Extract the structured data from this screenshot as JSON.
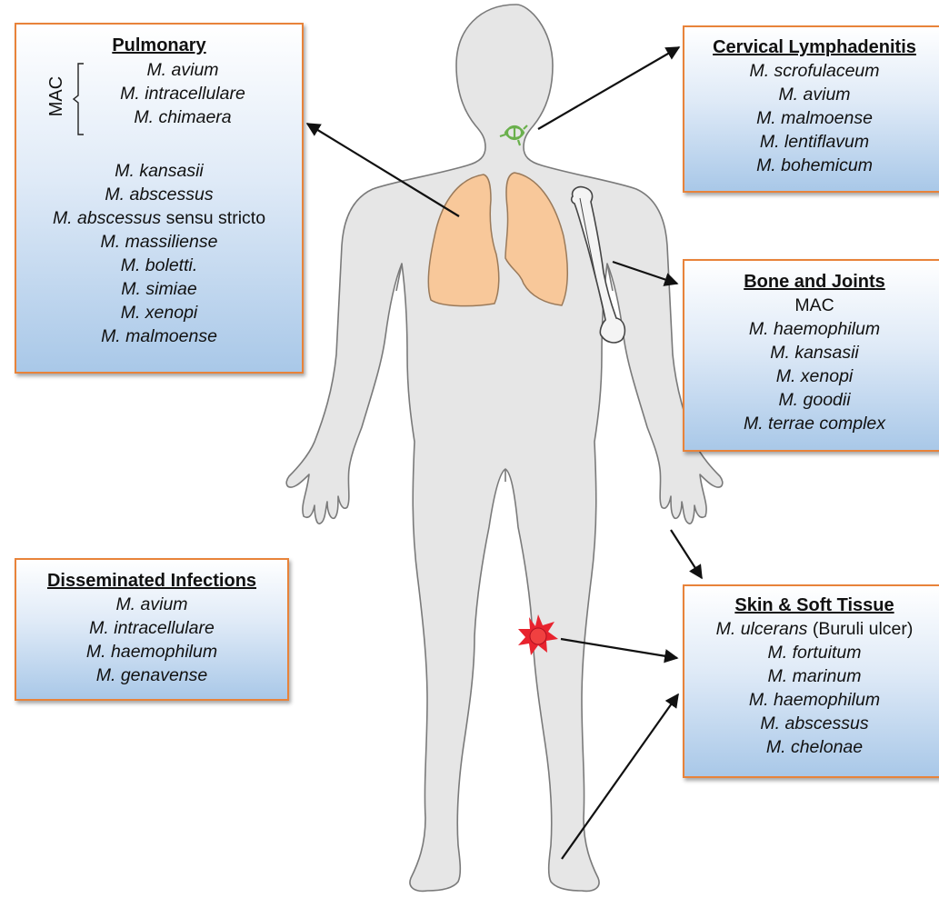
{
  "colors": {
    "box_border": "#e8833a",
    "body_fill": "#e6e6e6",
    "lung_fill": "#f8c89a",
    "node_color": "#6ab04c",
    "lesion_color": "#e8232e",
    "arrow": "#111111"
  },
  "pulmonary": {
    "title": "Pulmonary",
    "mac_label": "MAC",
    "mac_species": [
      "M. avium",
      "M. intracellulare",
      "M. chimaera"
    ],
    "species": [
      "M. kansasii",
      "M. abscessus"
    ],
    "sensu_stricto_italic": "M. abscessus",
    "sensu_stricto_plain": " sensu stricto",
    "species_after": [
      "M. massiliense",
      "M. boletti.",
      "M. simiae",
      "M. xenopi",
      "M. malmoense"
    ]
  },
  "cervical": {
    "title": "Cervical Lymphadenitis",
    "species": [
      "M. scrofulaceum",
      "M. avium",
      "M. malmoense",
      "M. lentiflavum",
      "M. bohemicum"
    ]
  },
  "bone": {
    "title": "Bone and Joints",
    "mac": "MAC",
    "species": [
      "M. haemophilum",
      "M. kansasii",
      "M. xenopi",
      "M. goodii",
      "M. terrae complex"
    ]
  },
  "disseminated": {
    "title": "Disseminated Infections",
    "species": [
      "M. avium",
      "M. intracellulare",
      "M. haemophilum",
      "M. genavense"
    ]
  },
  "skin": {
    "title": "Skin & Soft Tissue",
    "ulcerans_italic": "M. ulcerans",
    "ulcerans_plain": " (Buruli ulcer)",
    "species": [
      "M. fortuitum",
      "M. marinum",
      "M. haemophilum",
      "M. abscessus",
      "M. chelonae"
    ]
  }
}
